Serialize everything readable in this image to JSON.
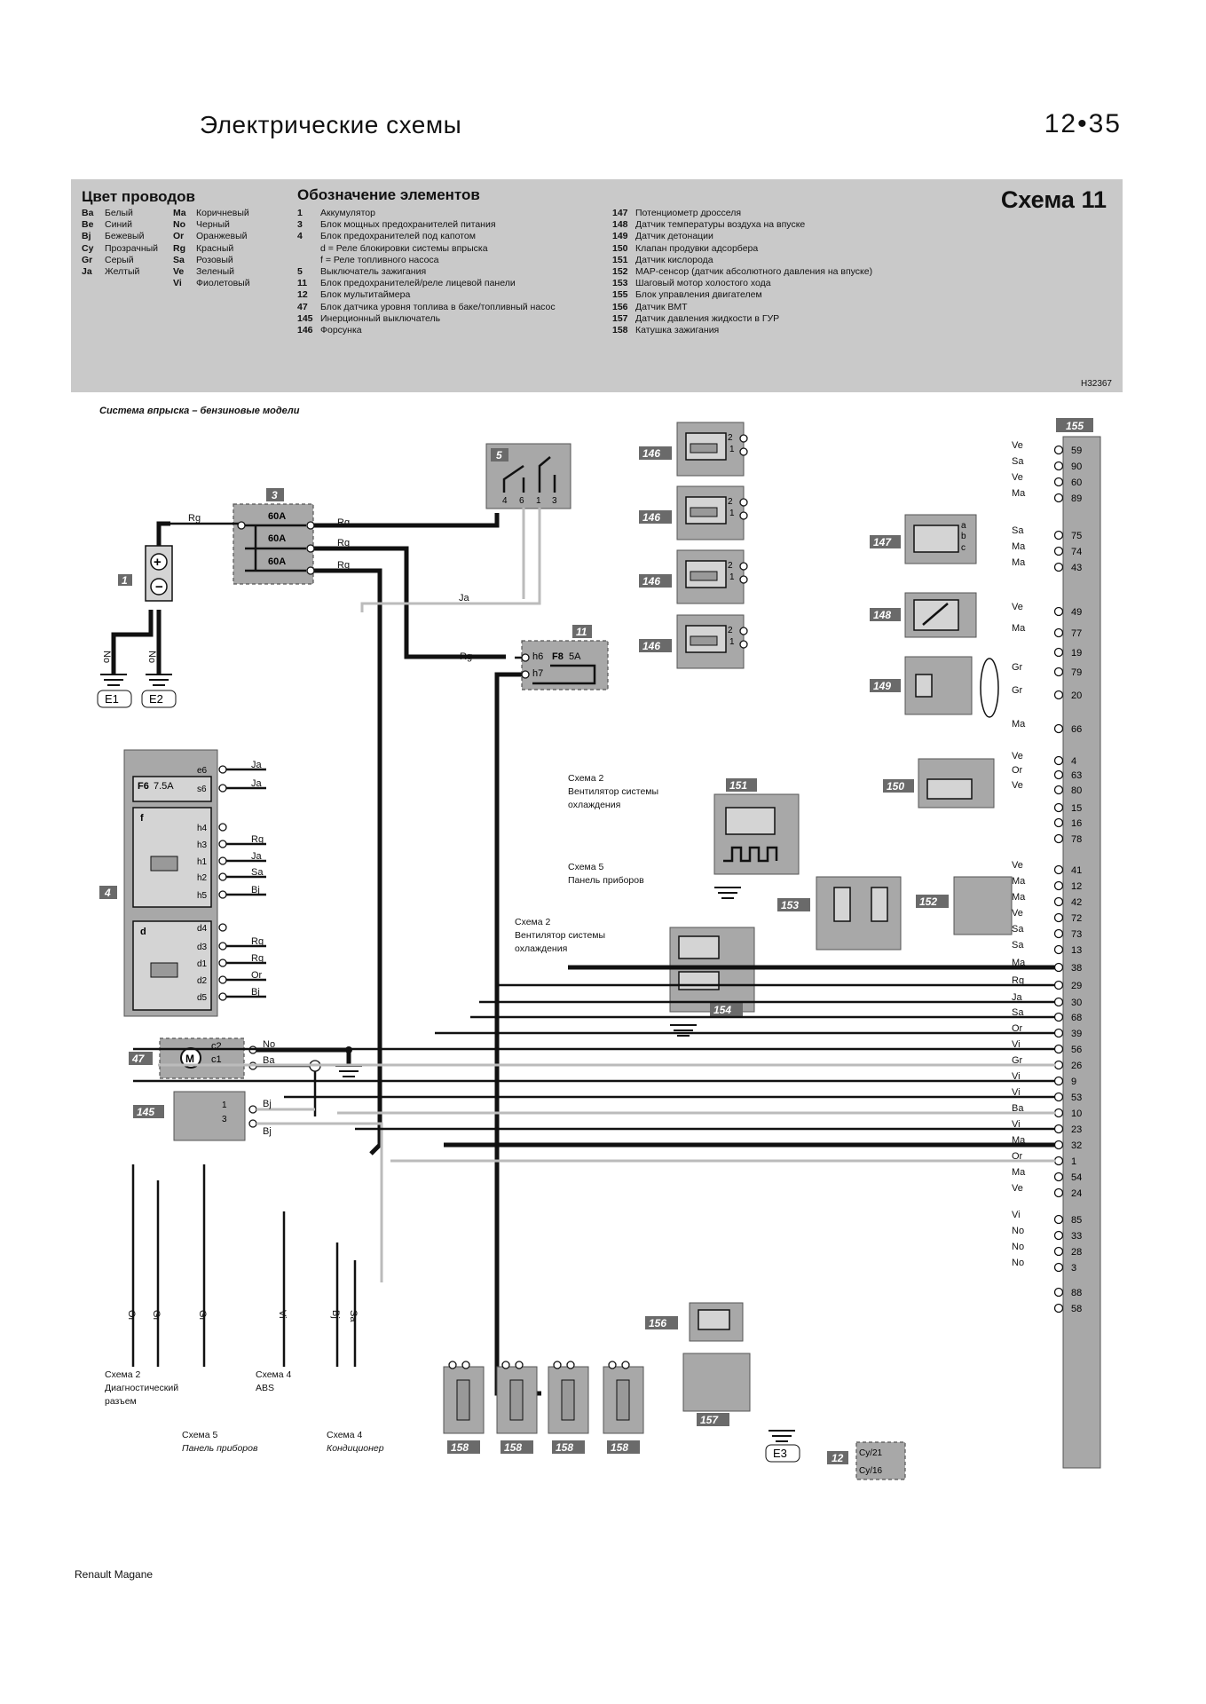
{
  "header": {
    "title": "Электрические  схемы",
    "page_number": "12•35"
  },
  "legend": {
    "wire_colors_title": "Цвет проводов",
    "wire_colors_left": [
      {
        "code": "Ba",
        "name": "Белый"
      },
      {
        "code": "Be",
        "name": "Синий"
      },
      {
        "code": "Bj",
        "name": "Бежевый"
      },
      {
        "code": "Cy",
        "name": "Прозрачный"
      },
      {
        "code": "Gr",
        "name": "Серый"
      },
      {
        "code": "Ja",
        "name": "Желтый"
      }
    ],
    "wire_colors_right": [
      {
        "code": "Ma",
        "name": "Коричневый"
      },
      {
        "code": "No",
        "name": "Черный"
      },
      {
        "code": "Or",
        "name": "Оранжевый"
      },
      {
        "code": "Rg",
        "name": "Красный"
      },
      {
        "code": "Sa",
        "name": "Розовый"
      },
      {
        "code": "Ve",
        "name": "Зеленый"
      },
      {
        "code": "Vi",
        "name": "Фиолетовый"
      }
    ],
    "elements_title": "Обозначение элементов",
    "elements_left": [
      {
        "num": "1",
        "name": "Аккумулятор"
      },
      {
        "num": "3",
        "name": "Блок мощных предохранителей питания"
      },
      {
        "num": "4",
        "name": "Блок предохранителей под капотом"
      },
      {
        "num": "",
        "name": "d = Реле блокировки системы впрыска"
      },
      {
        "num": "",
        "name": "f = Реле топливного насоса"
      },
      {
        "num": "5",
        "name": "Выключатель зажигания"
      },
      {
        "num": "11",
        "name": "Блок предохранителей/реле лицевой панели"
      },
      {
        "num": "12",
        "name": "Блок мультитаймера"
      },
      {
        "num": "47",
        "name": "Блок датчика уровня топлива в баке/топливный насос"
      },
      {
        "num": "145",
        "name": "Инерционный выключатель"
      },
      {
        "num": "146",
        "name": "Форсунка"
      }
    ],
    "elements_right": [
      {
        "num": "147",
        "name": "Потенциометр дросселя"
      },
      {
        "num": "148",
        "name": "Датчик температуры воздуха на впуске"
      },
      {
        "num": "149",
        "name": "Датчик детонации"
      },
      {
        "num": "150",
        "name": "Клапан продувки адсорбера"
      },
      {
        "num": "151",
        "name": "Датчик кислорода"
      },
      {
        "num": "152",
        "name": "MAP-сенсор (датчик абсолютного давления на впуске)"
      },
      {
        "num": "153",
        "name": "Шаговый мотор холостого хода"
      },
      {
        "num": "155",
        "name": "Блок управления двигателем"
      },
      {
        "num": "156",
        "name": "Датчик ВМТ"
      },
      {
        "num": "157",
        "name": "Датчик давления жидкости в ГУР"
      },
      {
        "num": "158",
        "name": "Катушка зажигания"
      }
    ],
    "scheme_title": "Схема 11",
    "drawing_code": "H32367"
  },
  "subtitle": "Система впрыска – бензиновые модели",
  "footer": "Renault    Magane",
  "ecu": {
    "label": "155",
    "pins": [
      {
        "pin": "59",
        "wire": "Ve"
      },
      {
        "pin": "90",
        "wire": "Sa"
      },
      {
        "pin": "60",
        "wire": "Ve"
      },
      {
        "pin": "89",
        "wire": "Ma"
      },
      {
        "pin": "75",
        "wire": "Sa"
      },
      {
        "pin": "74",
        "wire": "Ma"
      },
      {
        "pin": "43",
        "wire": "Ma"
      },
      {
        "pin": "49",
        "wire": "Ve"
      },
      {
        "pin": "77",
        "wire": "Ma"
      },
      {
        "pin": "19",
        "wire": ""
      },
      {
        "pin": "79",
        "wire": "Gr"
      },
      {
        "pin": "20",
        "wire": "Gr"
      },
      {
        "pin": "66",
        "wire": "Ma"
      },
      {
        "pin": "4",
        "wire": "Ve"
      },
      {
        "pin": "63",
        "wire": "Or"
      },
      {
        "pin": "80",
        "wire": "Ve"
      },
      {
        "pin": "15",
        "wire": ""
      },
      {
        "pin": "16",
        "wire": ""
      },
      {
        "pin": "78",
        "wire": ""
      },
      {
        "pin": "41",
        "wire": "Ve"
      },
      {
        "pin": "12",
        "wire": "Ma"
      },
      {
        "pin": "42",
        "wire": "Ma"
      },
      {
        "pin": "72",
        "wire": "Ve"
      },
      {
        "pin": "73",
        "wire": "Sa"
      },
      {
        "pin": "13",
        "wire": "Sa"
      },
      {
        "pin": "38",
        "wire": "Ma"
      },
      {
        "pin": "29",
        "wire": "Rg"
      },
      {
        "pin": "30",
        "wire": "Ja"
      },
      {
        "pin": "68",
        "wire": "Sa"
      },
      {
        "pin": "39",
        "wire": "Or"
      },
      {
        "pin": "56",
        "wire": "Vi"
      },
      {
        "pin": "26",
        "wire": "Gr"
      },
      {
        "pin": "9",
        "wire": "Vi"
      },
      {
        "pin": "53",
        "wire": "Vi"
      },
      {
        "pin": "10",
        "wire": "Ba"
      },
      {
        "pin": "23",
        "wire": "Vi"
      },
      {
        "pin": "32",
        "wire": "Ma"
      },
      {
        "pin": "1",
        "wire": "Or"
      },
      {
        "pin": "54",
        "wire": "Ma"
      },
      {
        "pin": "24",
        "wire": "Ve"
      },
      {
        "pin": "85",
        "wire": "Vi"
      },
      {
        "pin": "33",
        "wire": "No"
      },
      {
        "pin": "28",
        "wire": "No"
      },
      {
        "pin": "3",
        "wire": "No"
      },
      {
        "pin": "88",
        "wire": ""
      },
      {
        "pin": "58",
        "wire": ""
      }
    ]
  },
  "components": {
    "battery": "1",
    "fusebox_power": "3",
    "fusebox_hood": "4",
    "ign_switch": "5",
    "fusebox_dash": "11",
    "multitimer": "12",
    "fuel_pump": "47",
    "inertia_switch": "145",
    "injector": "146",
    "throttle_pot": "147",
    "air_temp": "148",
    "knock": "149",
    "canister": "150",
    "oxygen": "151",
    "map": "152",
    "idle_motor": "153",
    "coolant_temp": "154",
    "tdc": "156",
    "ps_pressure": "157",
    "coil": "158"
  },
  "labels": {
    "fuse_60a": "60A",
    "fuse_f8": "F8",
    "fuse_f8_val": "5A",
    "fuse_f6": "F6",
    "fuse_f6_val": "7.5A",
    "e1": "E1",
    "e2": "E2",
    "e3": "E3",
    "ref_cooling_1": [
      "Схема 2",
      "Вентилятор системы",
      "охлаждения"
    ],
    "ref_cooling_2": [
      "Схема 2",
      "Вентилятор системы",
      "охлаждения"
    ],
    "ref_dash": [
      "Схема 5",
      "Панель приборов"
    ],
    "ref_diag": [
      "Схема 2",
      "Диагностический",
      "разъем"
    ],
    "ref_abs": [
      "Схема 4",
      "ABS"
    ],
    "ref_dash2": [
      "Схема 5",
      "Панель приборов"
    ],
    "ref_ac": [
      "Схема 4",
      "Кондиционер"
    ],
    "multitimer_pins": [
      "Cy/21",
      "Cy/16"
    ]
  }
}
